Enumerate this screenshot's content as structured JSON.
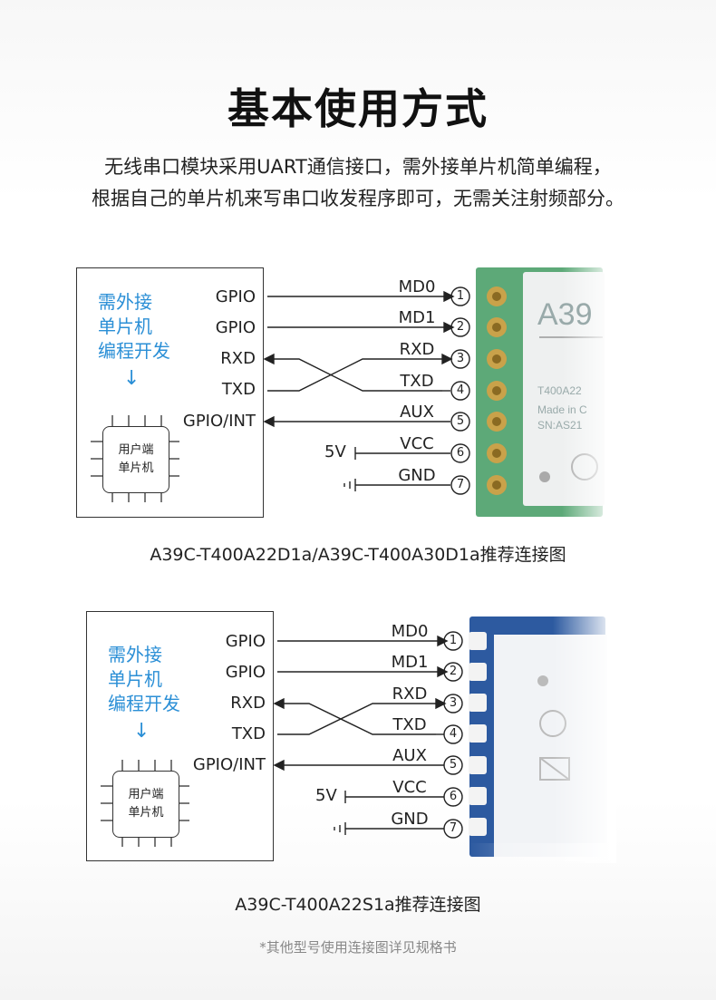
{
  "title": "基本使用方式",
  "description": [
    "无线串口模块采用UART通信接口，需外接单片机简单编程，",
    "根据自己的单片机来写串口收发程序即可，无需关注射频部分。"
  ],
  "host_label": [
    "需外接",
    "单片机",
    "编程开发"
  ],
  "arrow_glyph": "↓",
  "mcu_label": [
    "用户端",
    "单片机"
  ],
  "host_pins": [
    "GPIO",
    "GPIO",
    "RXD",
    "TXD",
    "GPIO/INT"
  ],
  "signals": [
    "MD0",
    "MD1",
    "RXD",
    "TXD",
    "AUX",
    "VCC",
    "GND"
  ],
  "pin_numbers": [
    "1",
    "2",
    "3",
    "4",
    "5",
    "6",
    "7"
  ],
  "supply_label": "5V",
  "diagram1": {
    "module_text": [
      "A39",
      "T400A22",
      "Made in C",
      "SN:AS21"
    ],
    "caption": "A39C-T400A22D1a/A39C-T400A30D1a推荐连接图"
  },
  "diagram2": {
    "caption": "A39C-T400A22S1a推荐连接图"
  },
  "note": "*其他型号使用连接图详见规格书",
  "colors": {
    "accent_blue": "#2b8fd6",
    "module1_pcb": "#5da978",
    "module2_pcb": "#2d5aa0",
    "pad_gold": "#c9a24a"
  }
}
